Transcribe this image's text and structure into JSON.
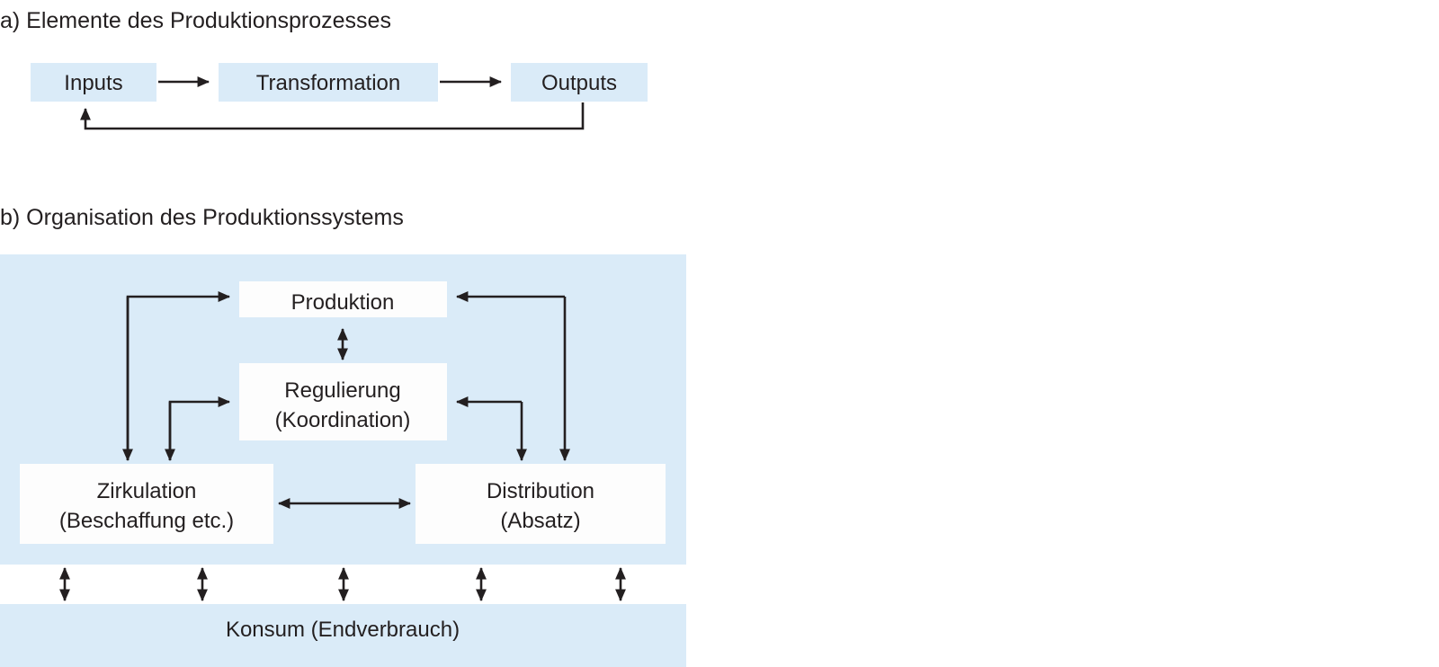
{
  "figure": {
    "sections": [
      {
        "key": "a",
        "title": "a) Elemente des Produktionsprozesses",
        "boxes": [
          {
            "label": "Inputs"
          },
          {
            "label": "Transformation"
          },
          {
            "label": "Outputs"
          }
        ]
      },
      {
        "key": "b",
        "title": "b) Organisation des Produktionssystems",
        "boxes": [
          {
            "label": "Produktion"
          },
          {
            "label_line1": "Regulierung",
            "label_line2": "(Koordination)"
          },
          {
            "label_line1": "Zirkulation",
            "label_line2": "(Beschaffung etc.)"
          },
          {
            "label_line1": "Distribution",
            "label_line2": "(Absatz)"
          }
        ],
        "band": {
          "label": "Konsum (Endverbrauch)"
        }
      }
    ]
  },
  "labels": {
    "title_a": "a) Elemente des Produktionsprozesses",
    "inputs": "Inputs",
    "transformation": "Transformation",
    "outputs": "Outputs",
    "title_b": "b) Organisation des Produktionssystems",
    "produktion": "Produktion",
    "regulierung_line1": "Regulierung",
    "regulierung_line2": "(Koordination)",
    "zirkulation_line1": "Zirkulation",
    "zirkulation_line2": "(Beschaffung etc.)",
    "distribution_line1": "Distribution",
    "distribution_line2": "(Absatz)",
    "konsum": "Konsum (Endverbrauch)"
  },
  "colors": {
    "box_blue": "#daebf8",
    "panel_blue": "#daebf8",
    "box_white": "#fdfdfd",
    "stroke": "#231f20",
    "text": "#231f20",
    "background": "#ffffff"
  }
}
